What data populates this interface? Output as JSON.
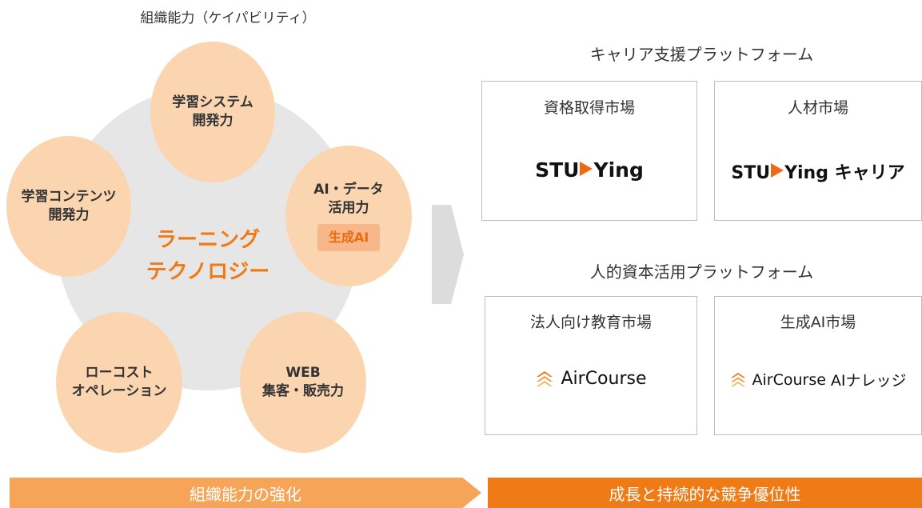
{
  "left": {
    "caption": "組織能力（ケイパビリティ）",
    "center_lines": [
      "ラーニング",
      "テクノロジー"
    ],
    "petals": {
      "top": [
        "学習システム",
        "開発力"
      ],
      "upper_left": [
        "学習コンテンツ",
        "開発力"
      ],
      "upper_right": [
        "AI・データ",
        "活用力"
      ],
      "lower_left": [
        "ローコスト",
        "オペレーション"
      ],
      "lower_right": [
        "WEB",
        "集客・販売力"
      ]
    },
    "generative_badge": "生成AI"
  },
  "right": {
    "career_section": {
      "title": "キャリア支援プラットフォーム",
      "boxes": [
        {
          "title": "資格取得市場",
          "logo_prefix": "STU",
          "logo_suffix": "Ying",
          "logo_extra": ""
        },
        {
          "title": "人材市場",
          "logo_prefix": "STU",
          "logo_suffix": "Ying",
          "logo_extra": "キャリア"
        }
      ]
    },
    "human_capital_section": {
      "title": "人的資本活用プラットフォーム",
      "boxes": [
        {
          "title": "法人向け教育市場",
          "logo_text": "AirCourse",
          "logo_extra": ""
        },
        {
          "title": "生成AI市場",
          "logo_text": "AirCourse",
          "logo_extra": "AIナレッジ"
        }
      ]
    }
  },
  "bottom": {
    "left_label": "組織能力の強化",
    "right_label": "成長と持続的な競争優位性"
  },
  "colors": {
    "petal": "#fbd5b0",
    "accent_orange": "#ef7b16",
    "light_orange": "#f6a458",
    "gray_circle": "#e6e6e6"
  },
  "icons": {
    "play": "play-triangle-icon",
    "aircourse": "aircourse-chevron-icon"
  }
}
